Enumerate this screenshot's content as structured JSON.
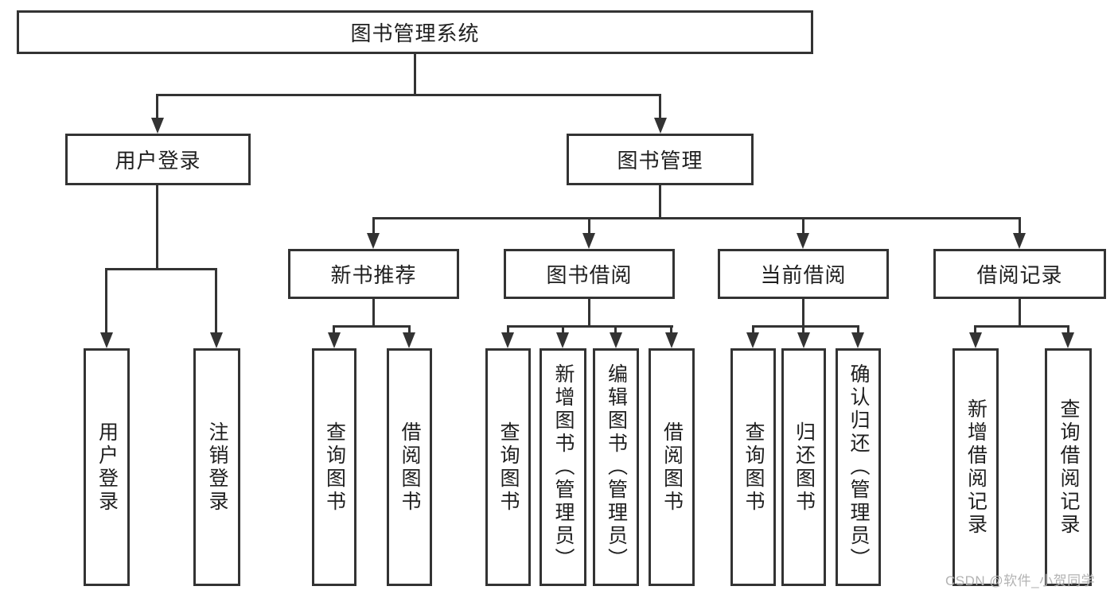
{
  "diagram": {
    "watermark": "CSDN @软件_小贺同学",
    "colors": {
      "line": "#333333",
      "text": "#1f1f1f",
      "background": "#ffffff",
      "watermark": "#b3b3b3"
    },
    "nodes": {
      "root": {
        "label": "图书管理系统"
      },
      "user_login": {
        "label": "用户登录"
      },
      "book_mgmt": {
        "label": "图书管理"
      },
      "new_book_rec": {
        "label": "新书推荐"
      },
      "book_borrow": {
        "label": "图书借阅"
      },
      "current_borrow": {
        "label": "当前借阅"
      },
      "borrow_record": {
        "label": "借阅记录"
      },
      "login": {
        "label": "用户登录"
      },
      "logout": {
        "label": "注销登录"
      },
      "rec_query_book": {
        "label": "查询图书"
      },
      "rec_borrow_book": {
        "label": "借阅图书"
      },
      "bb_query_book": {
        "label": "查询图书"
      },
      "bb_add_book": {
        "label": "新增图书（管理员）"
      },
      "bb_edit_book": {
        "label": "编辑图书（管理员）"
      },
      "bb_borrow_book": {
        "label": "借阅图书"
      },
      "cb_query_book": {
        "label": "查询图书"
      },
      "cb_return_book": {
        "label": "归还图书"
      },
      "cb_confirm_return": {
        "label": "确认归还（管理员）"
      },
      "br_add_record": {
        "label": "新增借阅记录"
      },
      "br_query_record": {
        "label": "查询借阅记录"
      }
    },
    "hierarchy": {
      "图书管理系统": {
        "用户登录": [
          "用户登录",
          "注销登录"
        ],
        "图书管理": {
          "新书推荐": [
            "查询图书",
            "借阅图书"
          ],
          "图书借阅": [
            "查询图书",
            "新增图书（管理员）",
            "编辑图书（管理员）",
            "借阅图书"
          ],
          "当前借阅": [
            "查询图书",
            "归还图书",
            "确认归还（管理员）"
          ],
          "借阅记录": [
            "新增借阅记录",
            "查询借阅记录"
          ]
        }
      }
    }
  }
}
